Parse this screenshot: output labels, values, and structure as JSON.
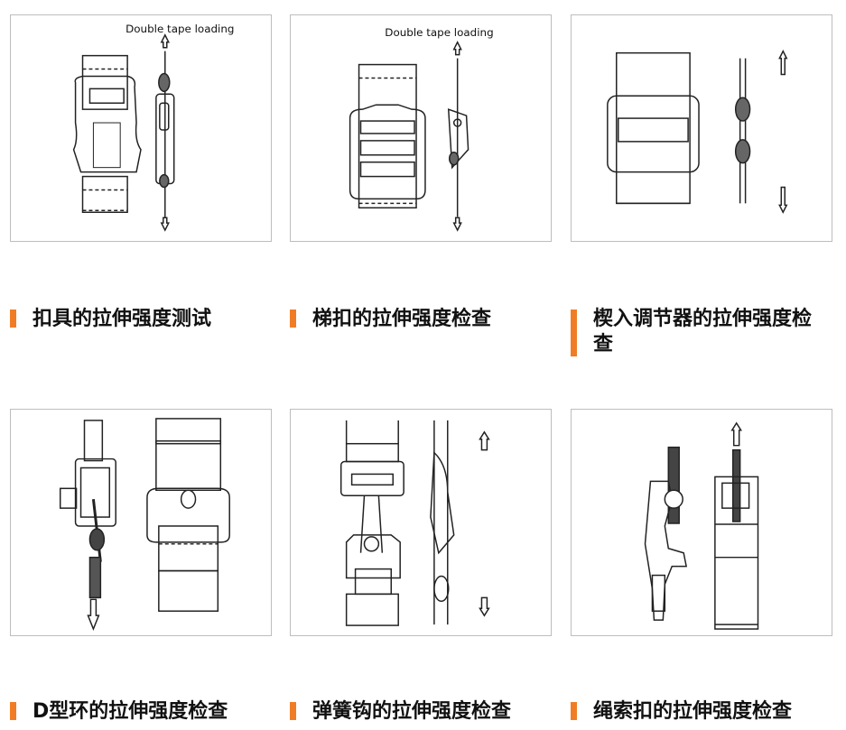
{
  "items": [
    {
      "caption": "扣具的拉伸强度测试",
      "label": "Double tape loading"
    },
    {
      "caption": "梯扣的拉伸强度检查",
      "label": "Double tape loading"
    },
    {
      "caption": "楔入调节器的拉伸强度检查"
    },
    {
      "caption": "D型环的拉伸强度检查"
    },
    {
      "caption": "弹簧钩的拉伸强度检查"
    },
    {
      "caption": "绳索扣的拉伸强度检查"
    }
  ],
  "colors": {
    "accent": "#f07d26",
    "border": "#bdbdbd"
  }
}
